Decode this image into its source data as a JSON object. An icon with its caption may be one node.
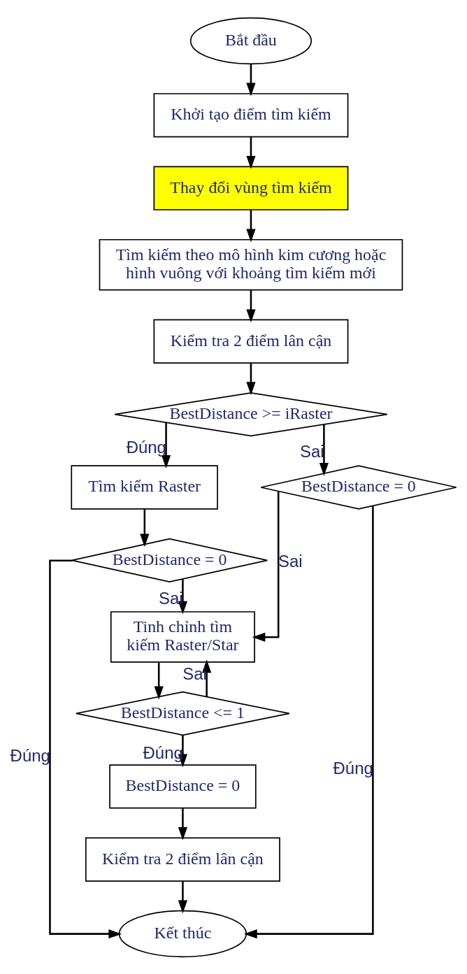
{
  "diagram": {
    "nodes": [
      {
        "text": [
          "Bắt đầu"
        ]
      },
      {
        "text": [
          "Khởi tạo điểm tìm kiếm"
        ]
      },
      {
        "text": [
          "Thay đổi vùng tìm kiếm"
        ]
      },
      {
        "text": [
          "Tìm kiếm theo mô hình kim cương hoặc hình vuông với khoảng tìm kiếm mới"
        ]
      },
      {
        "text": [
          "Kiểm tra 2 điểm lân cận"
        ]
      },
      {
        "text": [
          "BestDistance >= iRaster"
        ]
      },
      {
        "text": [
          "Tìm kiếm Raster"
        ]
      },
      {
        "text": [
          "BestDistance = 0"
        ]
      },
      {
        "text": [
          "BestDistance = 0"
        ]
      },
      {
        "text": [
          "Tinh chỉnh tìm kiếm Raster/Star"
        ]
      },
      {
        "text": [
          "BestDistance <= 1"
        ]
      },
      {
        "text": [
          "BestDistance = 0"
        ]
      },
      {
        "text": [
          "Kiểm tra 2 điểm lân cận"
        ]
      },
      {
        "text": [
          "Kết thúc"
        ]
      }
    ],
    "edges": [
      {
        "from": 0,
        "to": 1,
        "arrow": "to"
      },
      {
        "from": 1,
        "to": 2,
        "arrow": "to"
      },
      {
        "from": 2,
        "to": 3,
        "arrow": "to"
      },
      {
        "from": 3,
        "to": 4,
        "arrow": "to"
      },
      {
        "from": 4,
        "to": 5,
        "arrow": "to"
      },
      {
        "from": 5,
        "to": 6,
        "arrow": "to",
        "label": "Đúng"
      },
      {
        "from": 5,
        "to": 7,
        "arrow": "to",
        "label": "Sai"
      },
      {
        "from": 6,
        "to": 8,
        "arrow": "to"
      },
      {
        "from": 8,
        "to": 9,
        "arrow": "to",
        "label": "Sai"
      },
      {
        "from": 7,
        "to": 9,
        "arrow": "to",
        "label": "Sai"
      },
      {
        "from": 9,
        "to": 10,
        "arrow": "to"
      },
      {
        "from": 10,
        "to": 9,
        "arrow": "to",
        "label": "Sai"
      },
      {
        "from": 10,
        "to": 11,
        "arrow": "to",
        "label": "Đúng"
      },
      {
        "from": 11,
        "to": 12,
        "arrow": "to"
      },
      {
        "from": 12,
        "to": 13,
        "arrow": "to"
      },
      {
        "from": 8,
        "to": 13,
        "arrow": "to",
        "label": "Đúng"
      },
      {
        "from": 7,
        "to": 13,
        "arrow": "to",
        "label": "Đúng"
      }
    ]
  }
}
